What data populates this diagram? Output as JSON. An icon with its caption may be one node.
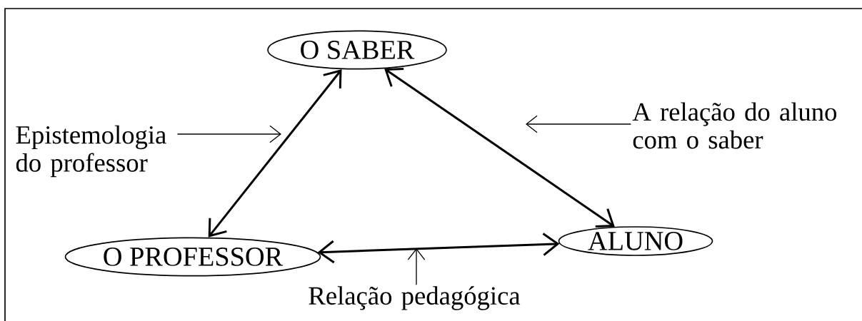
{
  "diagram": {
    "nodes": [
      {
        "text": [
          "O SABER"
        ]
      },
      {
        "text": [
          "O PROFESSOR"
        ]
      },
      {
        "text": [
          "ALUNO"
        ]
      },
      {
        "text": [
          "Epistemologia do professor"
        ]
      },
      {
        "text": [
          "A relação do aluno com o saber"
        ]
      },
      {
        "text": [
          "Relação pedagógica"
        ]
      }
    ],
    "edges": [
      {
        "from": 0,
        "to": 1,
        "arrow": "both"
      },
      {
        "from": 0,
        "to": 2,
        "arrow": "both"
      },
      {
        "from": 1,
        "to": 2,
        "arrow": "both"
      },
      {
        "from": 3,
        "to": null,
        "arrow": "to"
      },
      {
        "from": 4,
        "to": null,
        "arrow": "to"
      },
      {
        "from": 5,
        "to": null,
        "arrow": "to"
      }
    ]
  }
}
